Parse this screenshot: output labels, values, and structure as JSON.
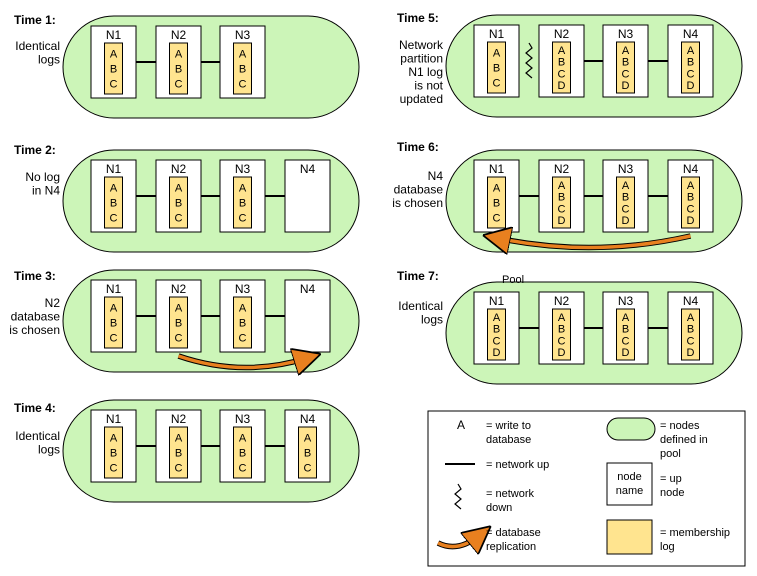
{
  "panels": [
    {
      "label": "Time 1:",
      "description": [
        "Identical",
        "logs"
      ],
      "nodes": [
        {
          "name": "N1",
          "log": [
            "A",
            "B",
            "C"
          ]
        },
        {
          "name": "N2",
          "log": [
            "A",
            "B",
            "C"
          ]
        },
        {
          "name": "N3",
          "log": [
            "A",
            "B",
            "C"
          ]
        }
      ],
      "links": [
        "network up",
        "network up"
      ],
      "replication": null,
      "pool_label": ""
    },
    {
      "label": "Time 2:",
      "description": [
        "No log",
        "in N4"
      ],
      "nodes": [
        {
          "name": "N1",
          "log": [
            "A",
            "B",
            "C"
          ]
        },
        {
          "name": "N2",
          "log": [
            "A",
            "B",
            "C"
          ]
        },
        {
          "name": "N3",
          "log": [
            "A",
            "B",
            "C"
          ]
        },
        {
          "name": "N4",
          "log": []
        }
      ],
      "links": [
        "network up",
        "network up",
        "network up"
      ],
      "replication": null,
      "pool_label": ""
    },
    {
      "label": "Time 3:",
      "description": [
        "N2",
        "database",
        "is chosen"
      ],
      "nodes": [
        {
          "name": "N1",
          "log": [
            "A",
            "B",
            "C"
          ]
        },
        {
          "name": "N2",
          "log": [
            "A",
            "B",
            "C"
          ]
        },
        {
          "name": "N3",
          "log": [
            "A",
            "B",
            "C"
          ]
        },
        {
          "name": "N4",
          "log": []
        }
      ],
      "links": [
        "network up",
        "network up",
        "network up"
      ],
      "replication": {
        "from": "N2",
        "to": "N4"
      },
      "pool_label": ""
    },
    {
      "label": "Time 4:",
      "description": [
        "Identical",
        "logs"
      ],
      "nodes": [
        {
          "name": "N1",
          "log": [
            "A",
            "B",
            "C"
          ]
        },
        {
          "name": "N2",
          "log": [
            "A",
            "B",
            "C"
          ]
        },
        {
          "name": "N3",
          "log": [
            "A",
            "B",
            "C"
          ]
        },
        {
          "name": "N4",
          "log": [
            "A",
            "B",
            "C"
          ]
        }
      ],
      "links": [
        "network up",
        "network up",
        "network up"
      ],
      "replication": null,
      "pool_label": ""
    },
    {
      "label": "Time 5:",
      "description": [
        "Network",
        "partition",
        "N1 log",
        "is not",
        "updated"
      ],
      "nodes": [
        {
          "name": "N1",
          "log": [
            "A",
            "B",
            "C"
          ]
        },
        {
          "name": "N2",
          "log": [
            "A",
            "B",
            "C",
            "D"
          ]
        },
        {
          "name": "N3",
          "log": [
            "A",
            "B",
            "C",
            "D"
          ]
        },
        {
          "name": "N4",
          "log": [
            "A",
            "B",
            "C",
            "D"
          ]
        }
      ],
      "links": [
        "network down",
        "network up",
        "network up"
      ],
      "replication": null,
      "pool_label": ""
    },
    {
      "label": "Time 6:",
      "description": [
        "N4",
        "database",
        "is chosen"
      ],
      "nodes": [
        {
          "name": "N1",
          "log": [
            "A",
            "B",
            "C"
          ]
        },
        {
          "name": "N2",
          "log": [
            "A",
            "B",
            "C",
            "D"
          ]
        },
        {
          "name": "N3",
          "log": [
            "A",
            "B",
            "C",
            "D"
          ]
        },
        {
          "name": "N4",
          "log": [
            "A",
            "B",
            "C",
            "D"
          ]
        }
      ],
      "links": [
        "network up",
        "network up",
        "network up"
      ],
      "replication": {
        "from": "N4",
        "to": "N1"
      },
      "pool_label": ""
    },
    {
      "label": "Time 7:",
      "description": [
        "Identical",
        "logs"
      ],
      "nodes": [
        {
          "name": "N1",
          "log": [
            "A",
            "B",
            "C",
            "D"
          ]
        },
        {
          "name": "N2",
          "log": [
            "A",
            "B",
            "C",
            "D"
          ]
        },
        {
          "name": "N3",
          "log": [
            "A",
            "B",
            "C",
            "D"
          ]
        },
        {
          "name": "N4",
          "log": [
            "A",
            "B",
            "C",
            "D"
          ]
        }
      ],
      "links": [
        "network up",
        "network up",
        "network up"
      ],
      "replication": null,
      "pool_label": "Pool"
    }
  ],
  "legend": {
    "write": {
      "symbol": "A",
      "text": [
        "= write to",
        "database"
      ]
    },
    "network_up": {
      "text": [
        "= network up"
      ]
    },
    "network_down": {
      "text": [
        "= network",
        "down"
      ]
    },
    "replication": {
      "text": [
        "= database",
        "replication"
      ]
    },
    "pool": {
      "text": [
        "= nodes",
        "defined in",
        "pool"
      ]
    },
    "up_node": {
      "node_text": [
        "node",
        "name"
      ],
      "text": [
        "= up",
        "node"
      ]
    },
    "membership": {
      "text": [
        "= membership",
        "log"
      ]
    }
  },
  "colors": {
    "pool_fill": "#ccf5b8",
    "log_fill": "#ffe48f",
    "arrow": "#e8801f",
    "node_fill": "#ffffff"
  }
}
